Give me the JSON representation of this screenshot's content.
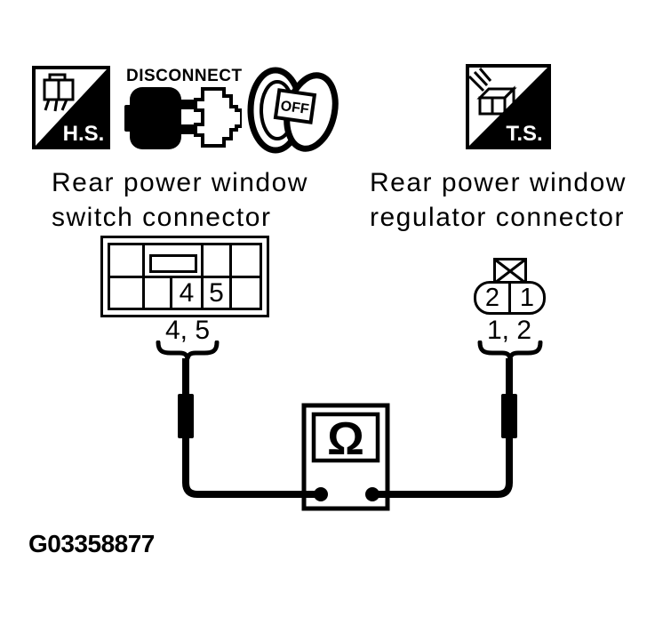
{
  "diagram": {
    "header": {
      "hs_badge": "H.S.",
      "disconnect_label": "DISCONNECT",
      "ignition_key_label": "OFF",
      "ts_badge": "T.S."
    },
    "left_connector": {
      "caption_line1": "Rear power window",
      "caption_line2": "switch connector",
      "grid": {
        "top_row": [
          "",
          "",
          "",
          ""
        ],
        "bottom_row": [
          "",
          "",
          "4",
          "5",
          ""
        ]
      },
      "test_pins_label": "4, 5"
    },
    "right_connector": {
      "caption_line1": "Rear power window",
      "caption_line2": "regulator connector",
      "cells": [
        "2",
        "1"
      ],
      "test_pins_label": "1, 2"
    },
    "meter": {
      "symbol": "Ω"
    },
    "figure_id": "G03358877"
  },
  "colors": {
    "ink": "#000000",
    "paper": "#ffffff"
  }
}
